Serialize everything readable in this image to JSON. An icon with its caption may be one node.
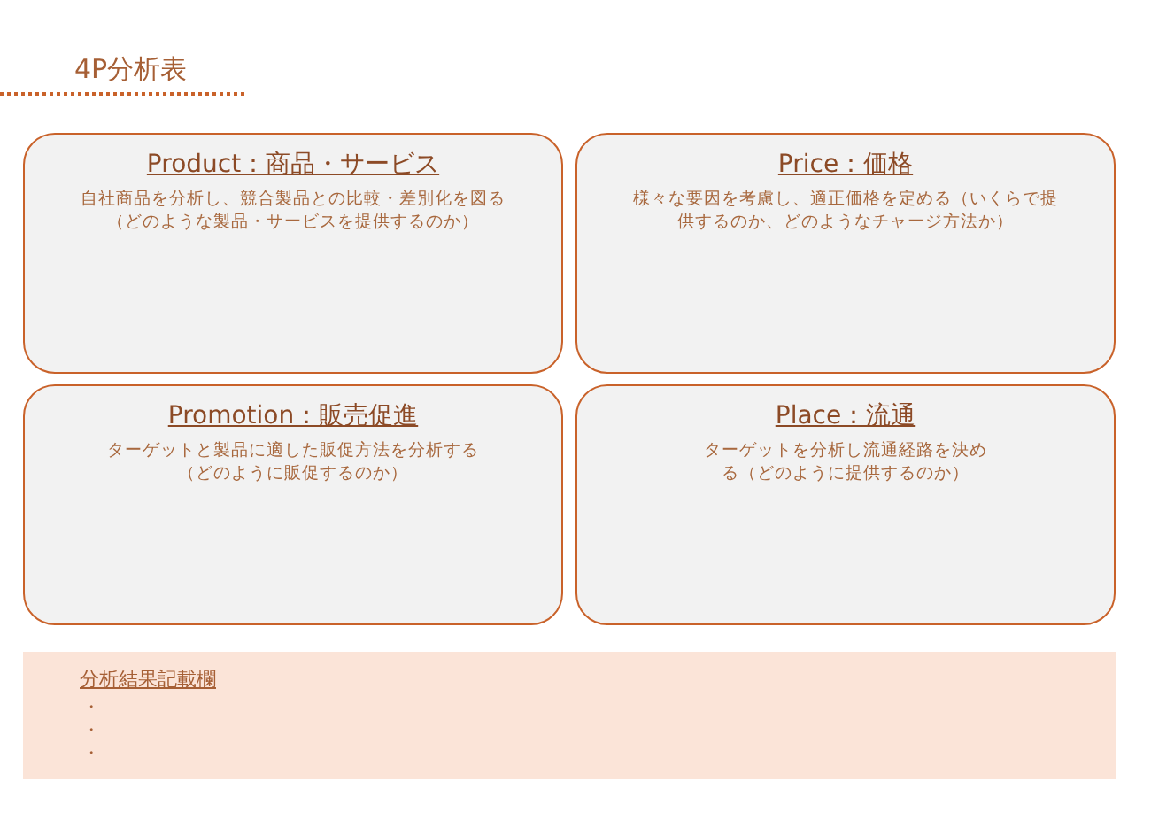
{
  "diagram": {
    "title": "4P分析表",
    "nodes": [
      {
        "text": [
          "Product：商品・サービス",
          "自社商品を分析し、競合製品との比較・差別化を図る（どのような製品・サービスを提供するのか）"
        ]
      },
      {
        "text": [
          "Price：価格",
          "様々な要因を考慮し、適正価格を定める（いくらで提供するのか、どのようなチャージ方法か）"
        ]
      },
      {
        "text": [
          "Promotion：販売促進",
          "ターゲットと製品に適した販促方法を分析する（どのように販促するのか）"
        ]
      },
      {
        "text": [
          "Place：流通",
          "ターゲットを分析し流通経路を決める（どのように提供するのか）"
        ]
      },
      {
        "text": [
          "分析結果記載欄",
          "・",
          "・",
          "・"
        ]
      }
    ]
  }
}
